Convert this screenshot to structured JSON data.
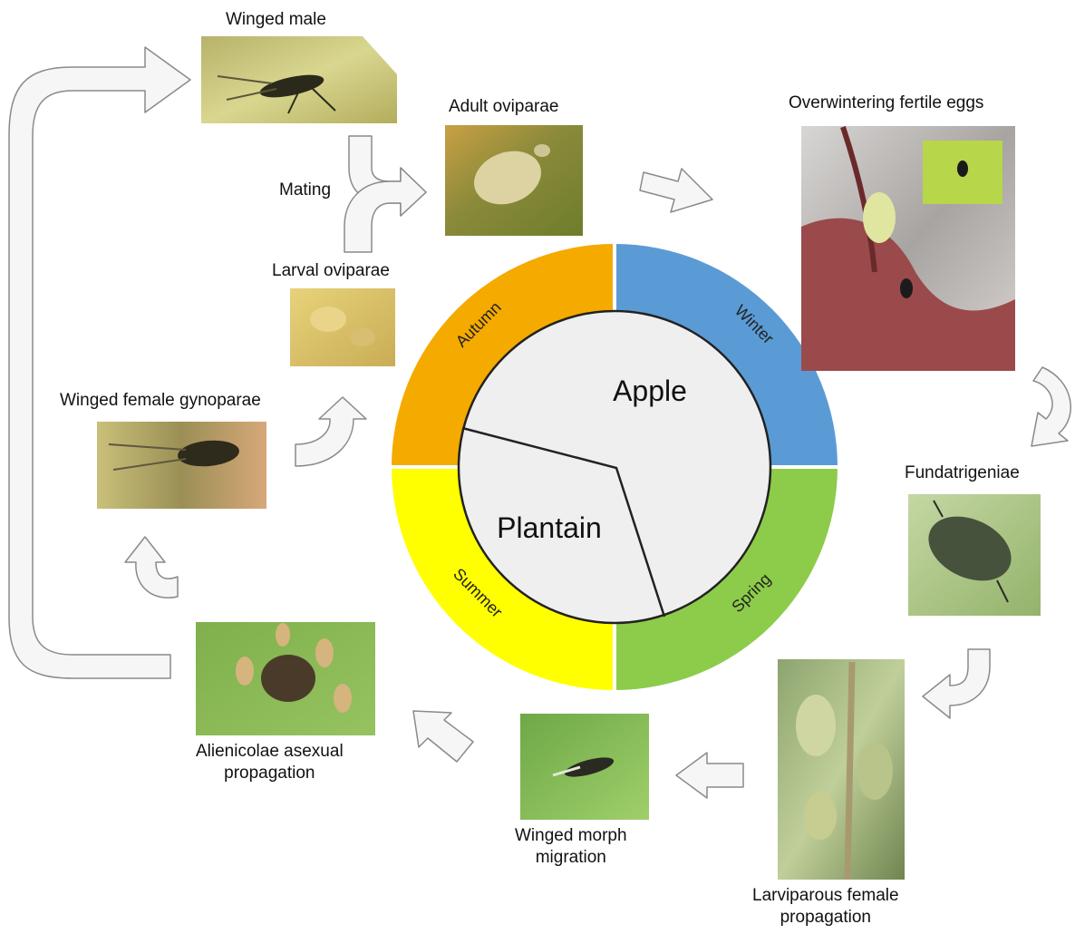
{
  "stages": {
    "winged_male": "Winged male",
    "adult_oviparae": "Adult oviparae",
    "overwintering_eggs": "Overwintering fertile eggs",
    "mating": "Mating",
    "larval_oviparae": "Larval oviparae",
    "winged_gynoparae": "Winged female gynoparae",
    "fundatrigeniae": "Fundatrigeniae",
    "larviparous_line1": "Larviparous female",
    "larviparous_line2": "propagation",
    "winged_migration_line1": "Winged morph",
    "winged_migration_line2": "migration",
    "alienicolae_line1": "Alienicolae asexual",
    "alienicolae_line2": "propagation"
  },
  "seasons": {
    "autumn": "Autumn",
    "winter": "Winter",
    "spring": "Spring",
    "summer": "Summer"
  },
  "hosts": {
    "apple": "Apple",
    "plantain": "Plantain"
  },
  "colors": {
    "autumn": "#f5aa00",
    "winter": "#5b9bd5",
    "spring": "#8ccc4a",
    "summer": "#ffff00",
    "center": "#efefef",
    "arrow_fill": "#f6f6f6",
    "arrow_stroke": "#8a8a8a"
  }
}
